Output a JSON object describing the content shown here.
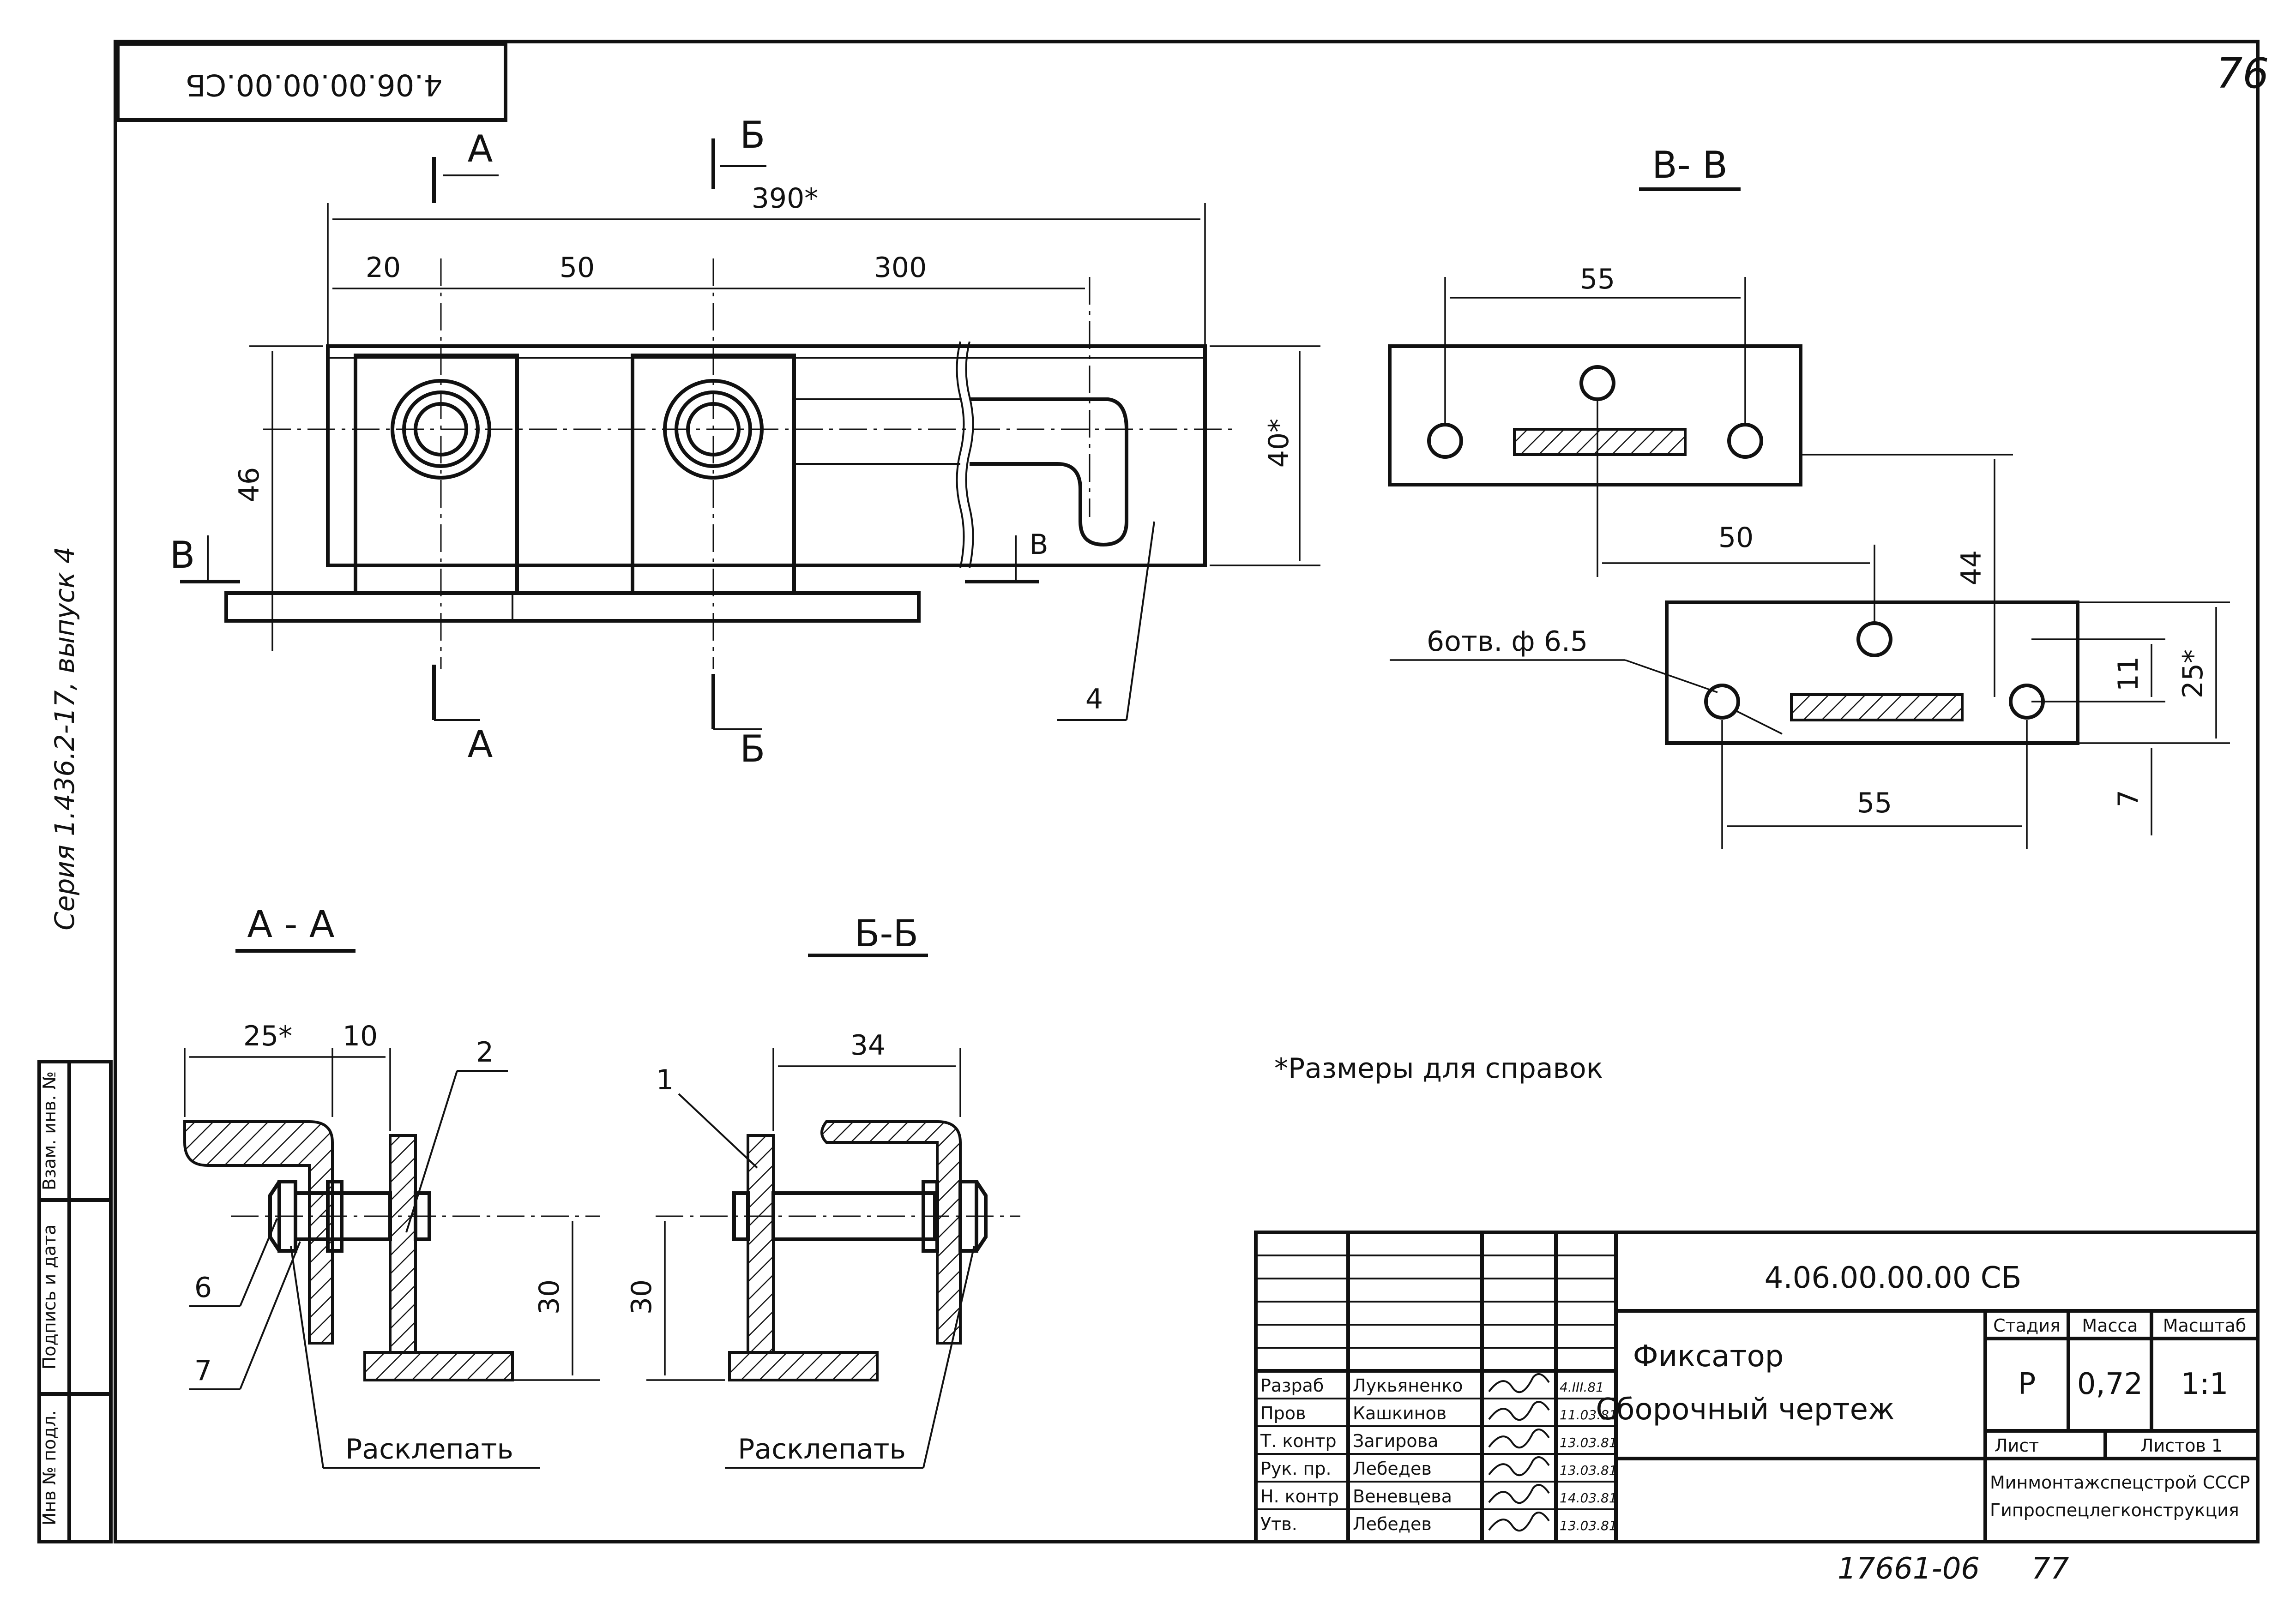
{
  "sheet": {
    "number": "76",
    "doc_code_rotated": "4.06.00.00.00.СБ",
    "series_note": "Серия 1.436.2-17, выпуск 4",
    "footnote": "*Размеры для справок",
    "bottom_code": "17661-06",
    "bottom_page": "77"
  },
  "front_view": {
    "cut_a": "А",
    "cut_b": "Б",
    "cut_v": "В",
    "dim_total": "390*",
    "dim_20": "20",
    "dim_50": "50",
    "dim_300": "300",
    "dim_46": "46",
    "dim_40": "40*",
    "leader_4": "4"
  },
  "section_vv": {
    "title": "В- В",
    "dim_55_top": "55",
    "dim_50": "50",
    "dim_44": "44",
    "holes_note": "6отв. ф 6.5",
    "dim_11": "11",
    "dim_25": "25*",
    "dim_7": "7",
    "dim_55_bottom": "55"
  },
  "section_aa": {
    "title": "А - А",
    "dim_25": "25*",
    "dim_10": "10",
    "dim_30": "30",
    "leader_2": "2",
    "leader_6": "6",
    "leader_7": "7",
    "note": "Расклепать"
  },
  "section_bb": {
    "title": "Б-Б",
    "dim_34": "34",
    "dim_30": "30",
    "leader_1": "1",
    "note": "Расклепать"
  },
  "title_block": {
    "code": "4.06.00.00.00 СБ",
    "name": "Фиксатор",
    "subtitle": "Сборочный чертеж",
    "stage_label": "Стадия",
    "mass_label": "Масса",
    "scale_label": "Масштаб",
    "stage": "Р",
    "mass": "0,72",
    "scale": "1:1",
    "sheet_label": "Лист",
    "sheets_label": "Листов 1",
    "org_1": "Минмонтажспецстрой СССР",
    "org_2": "Гипроспецлегконструкция",
    "rows": [
      {
        "role": "Разраб",
        "name": "Лукьяненко",
        "date": "4.III.81"
      },
      {
        "role": "Пров",
        "name": "Кашкинов",
        "date": "11.03.81"
      },
      {
        "role": "Т. контр",
        "name": "Загирова",
        "date": "13.03.81"
      },
      {
        "role": "Рук. пр.",
        "name": "Лебедев",
        "date": "13.03.81"
      },
      {
        "role": "Н. контр",
        "name": "Веневцева",
        "date": "14.03.81"
      },
      {
        "role": "Утв.",
        "name": "Лебедев",
        "date": "13.03.81"
      }
    ]
  },
  "side_stamp": {
    "label_1": "Инв № подл.",
    "label_2": "Подпись и дата",
    "label_3": "Взам. инв. №"
  }
}
